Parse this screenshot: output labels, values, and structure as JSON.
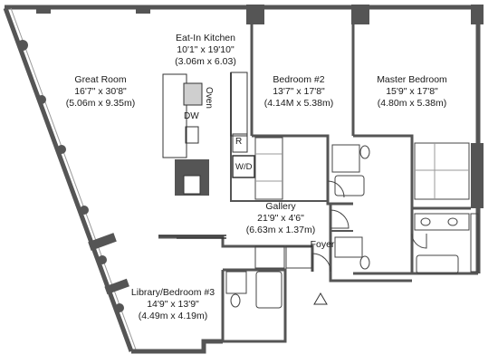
{
  "rooms": {
    "kitchen": {
      "name": "Eat-In Kitchen",
      "dim_imperial": "10'1\" x 19'10\"",
      "dim_metric": "(3.06m x 6.03)"
    },
    "great_room": {
      "name": "Great Room",
      "dim_imperial": "16'7\" x 30'8\"",
      "dim_metric": "(5.06m x 9.35m)"
    },
    "bedroom2": {
      "name": "Bedroom #2",
      "dim_imperial": "13'7\" x 17'8\"",
      "dim_metric": "(4.14M x 5.38m)"
    },
    "master": {
      "name": "Master Bedroom",
      "dim_imperial": "15'9\" x 17'8\"",
      "dim_metric": "(4.80m x 5.38m)"
    },
    "gallery": {
      "name": "Gallery",
      "dim_imperial": "21'9\" x 4'6\"",
      "dim_metric": "(6.63m x 1.37m)"
    },
    "foyer": {
      "name": "Foyer"
    },
    "library": {
      "name": "Library/Bedroom #3",
      "dim_imperial": "14'9\" x 13'9\"",
      "dim_metric": "(4.49m x 4.19m)"
    }
  },
  "appliances": {
    "oven": "Oven",
    "dishwasher": "DW",
    "refrigerator": "R",
    "washer_dryer": "W/D"
  },
  "colors": {
    "wall": "#555555",
    "line": "#333333",
    "fixture": "#9a9a9a"
  }
}
